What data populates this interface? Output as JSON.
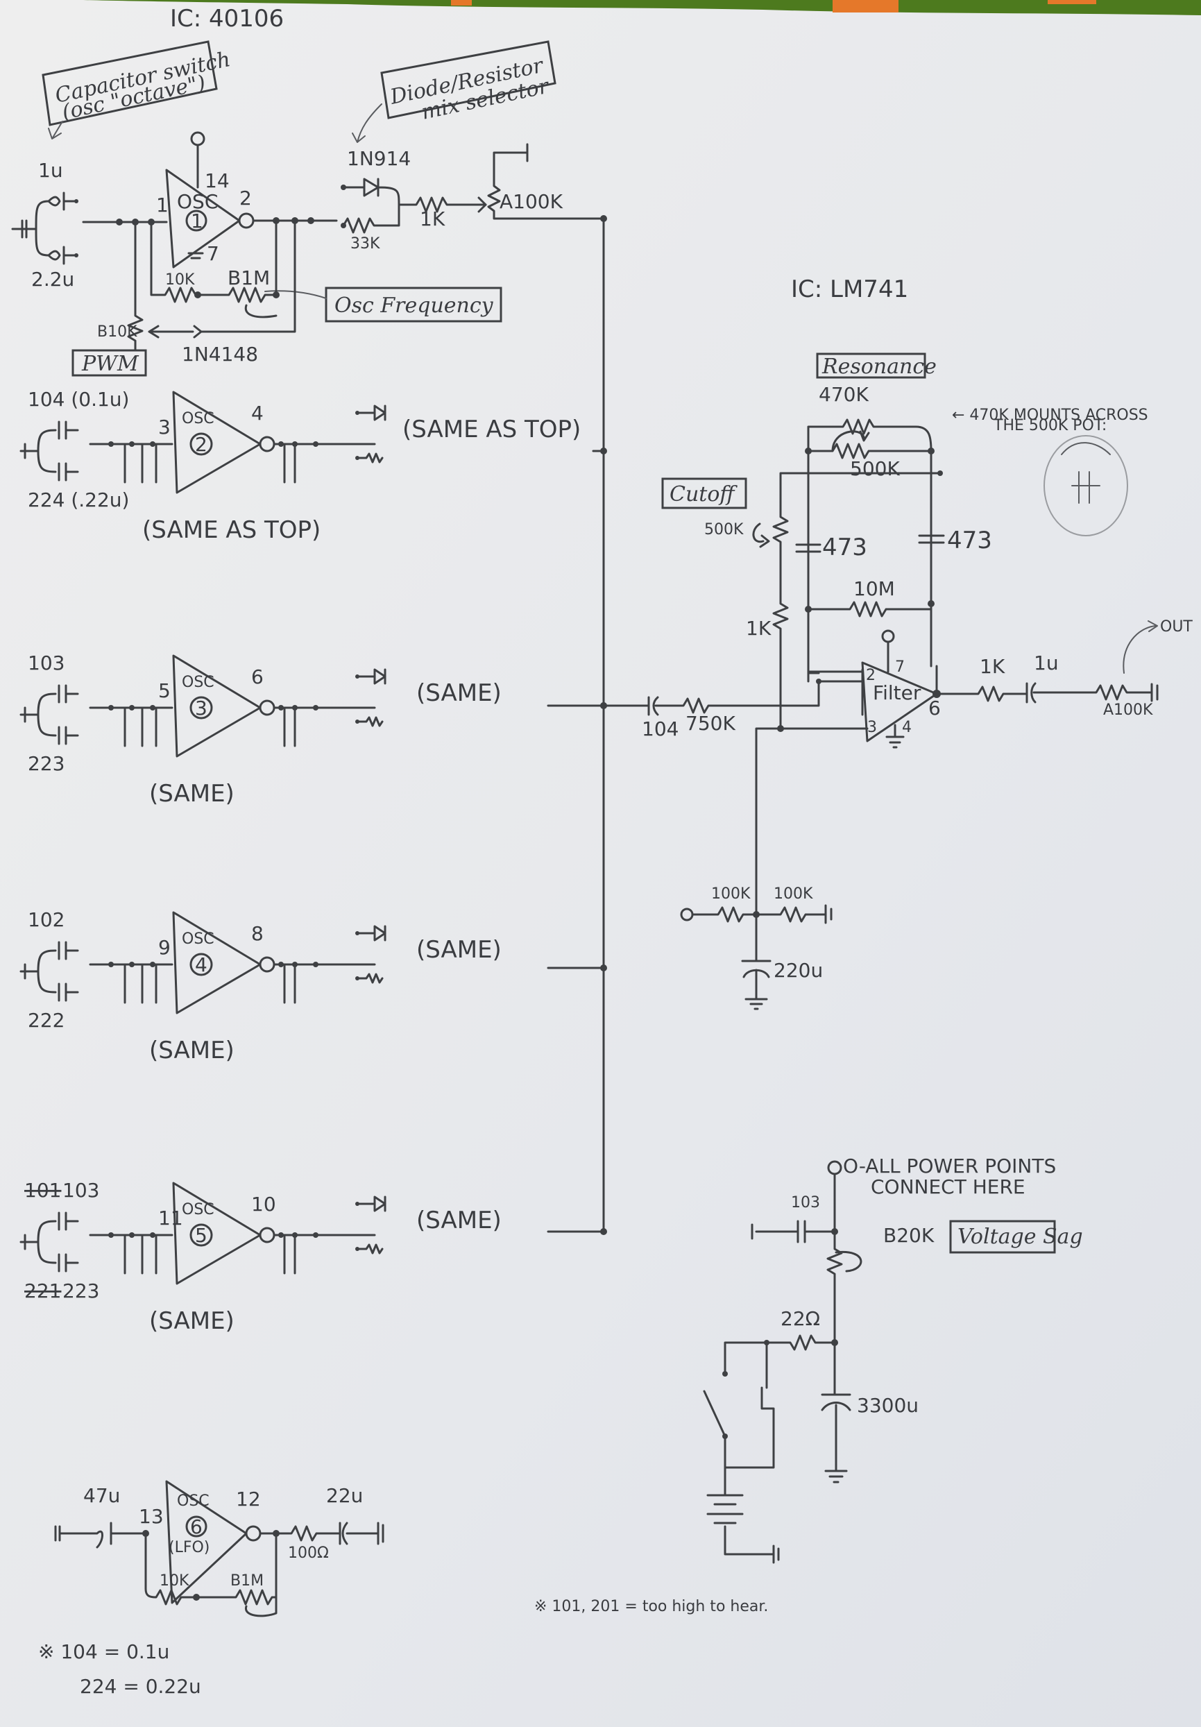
{
  "ic_40106": "IC: 40106",
  "ic_lm741": "IC: LM741",
  "notes": {
    "capacitor_switch": "Capacitor switch",
    "capacitor_switch_sub": "(osc \"octave\")",
    "diode_resistor": "Diode/Resistor",
    "diode_resistor_sub": "mix selector",
    "osc_frequency": "Osc Frequency",
    "pwm": "PWM",
    "resonance": "Resonance",
    "cutoff": "Cutoff",
    "voltage_sag": "Voltage Sag",
    "mount_note_1": "← 470K MOUNTS ACROSS",
    "mount_note_2": "THE 500K POT:",
    "power_note_1": "O-ALL POWER POINTS",
    "power_note_2": "CONNECT HERE",
    "out": "OUT",
    "footnote_1": "※ 104 = 0.1u",
    "footnote_2": "224 = 0.22u",
    "footnote_3": "※ 101, 201 = too high to hear."
  },
  "osc1": {
    "name": "OSC",
    "number": "1",
    "in_pin": "1",
    "out_pin": "2",
    "vdd_pin": "14",
    "gnd_pin": "7",
    "cap_top": "1u",
    "cap_bottom": "2.2u",
    "r_10k": "10K",
    "pot_freq": "B1M",
    "pot_pwm": "B10K",
    "diode_pwm": "1N4148",
    "diode_mix": "1N914",
    "r_mix": "33K",
    "r_1k": "1K",
    "pot_volume": "A100K"
  },
  "osc2": {
    "name": "OSC",
    "number": "2",
    "in_pin": "3",
    "out_pin": "4",
    "cap_top": "104 (0.1u)",
    "cap_bottom": "224 (.22u)",
    "same_right": "(SAME AS TOP)",
    "same_below": "(SAME AS TOP)"
  },
  "osc3": {
    "name": "OSC",
    "number": "3",
    "in_pin": "5",
    "out_pin": "6",
    "cap_top": "103",
    "cap_bottom": "223",
    "same_right": "(SAME)",
    "same_below": "(SAME)"
  },
  "osc4": {
    "name": "OSC",
    "number": "4",
    "in_pin": "9",
    "out_pin": "8",
    "cap_top": "102",
    "cap_bottom": "222",
    "same_right": "(SAME)",
    "same_below": "(SAME)"
  },
  "osc5": {
    "name": "OSC",
    "number": "5",
    "in_pin": "11",
    "out_pin": "10",
    "cap_top_struck": "101",
    "cap_top": "103",
    "cap_bottom_struck": "221",
    "cap_bottom": "223",
    "same_right": "(SAME)",
    "same_below": "(SAME)"
  },
  "osc6": {
    "name": "OSC",
    "number": "6",
    "sub": "(LFO)",
    "in_pin": "13",
    "out_pin": "12",
    "cap_in": "47u",
    "r_out": "100Ω",
    "cap_out": "22u",
    "r_10k": "10K",
    "pot": "B1M"
  },
  "filter": {
    "label": "Filter",
    "pin_inv": "2",
    "pin_noninv": "3",
    "pin_vcc": "7",
    "pin_gnd": "4",
    "pin_out": "6",
    "cap_in": "104",
    "r_in": "750K",
    "r_res_fixed": "470K",
    "pot_res": "500K",
    "pot_cut": "500K",
    "cap_a": "473",
    "cap_b": "473",
    "r_fb": "10M",
    "r_cut": "1K",
    "r_out": "1K",
    "cap_out": "1u",
    "pot_out": "A100K",
    "r_bias_a": "100K",
    "r_bias_b": "100K",
    "cap_bias": "220u"
  },
  "power": {
    "cap_dec": "103",
    "pot_sag": "B20K",
    "r_sag": "22Ω",
    "cap_res": "3300u"
  }
}
